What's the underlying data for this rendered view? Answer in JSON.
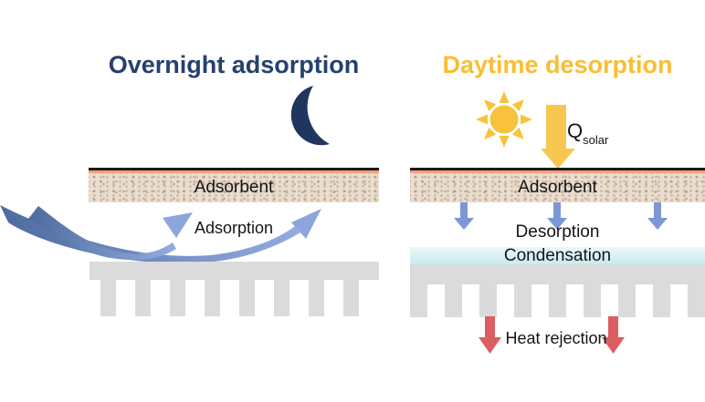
{
  "left_panel": {
    "title": "Overnight adsorption",
    "icon": "crescent-moon",
    "adsorbent_label": "Adsorbent",
    "process_label": "Adsorption"
  },
  "right_panel": {
    "title": "Daytime desorption",
    "icon": "sun",
    "solar_heat_symbol": "Q",
    "solar_heat_subscript": "solar",
    "adsorbent_label": "Adsorbent",
    "process_label": "Desorption",
    "condensation_label": "Condensation",
    "heat_rejection_label": "Heat rejection"
  },
  "colors": {
    "title_navy": "#26406F",
    "moon_navy": "#20365F",
    "title_gold": "#F9BE33",
    "sun_gold": "#F7C33C",
    "solar_arrow_gold": "#F6C84F",
    "adsorption_arrow_blue_dark": "#4E6B9F",
    "adsorption_arrow_blue_light": "#93ADE0",
    "desorption_arrow_blue": "#7C97D6",
    "heat_rejection_red": "#DB5E63",
    "heat_sink_gray": "#DBDBDB",
    "adsorbent_tan": "#EADDCE",
    "absorber_black_line": "#1A1A1A",
    "absorber_salmon_line": "#F0A17B",
    "condensation_cyan": "#C9EAF0"
  }
}
